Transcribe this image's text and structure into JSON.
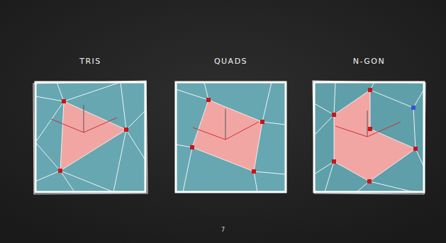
{
  "diagram": {
    "nodes": [
      {
        "text": [
          "TRIS"
        ]
      },
      {
        "text": [
          "QUADS"
        ]
      },
      {
        "text": [
          "N-GON"
        ]
      }
    ],
    "labels": [
      "7"
    ]
  }
}
